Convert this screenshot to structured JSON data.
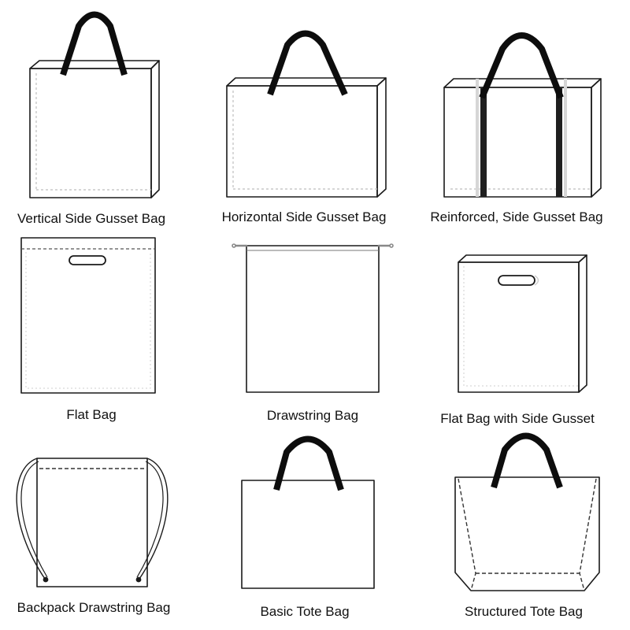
{
  "colors": {
    "outline": "#1a1a1a",
    "handle": "#0d0d0d",
    "dashes": "#666666",
    "faint_dashes": "#bdbdbd",
    "background": "#ffffff"
  },
  "bags": [
    {
      "id": "vertical-side-gusset-bag",
      "label": "Vertical Side Gusset Bag"
    },
    {
      "id": "horizontal-side-gusset-bag",
      "label": "Horizontal Side Gusset Bag"
    },
    {
      "id": "reinforced-side-gusset-bag",
      "label": "Reinforced, Side Gusset Bag"
    },
    {
      "id": "flat-bag",
      "label": "Flat Bag"
    },
    {
      "id": "drawstring-bag",
      "label": "Drawstring Bag"
    },
    {
      "id": "flat-bag-with-side-gusset",
      "label": "Flat Bag with Side Gusset"
    },
    {
      "id": "backpack-drawstring-bag",
      "label": "Backpack Drawstring Bag"
    },
    {
      "id": "basic-tote-bag",
      "label": "Basic Tote Bag"
    },
    {
      "id": "structured-tote-bag",
      "label": "Structured Tote Bag"
    }
  ]
}
